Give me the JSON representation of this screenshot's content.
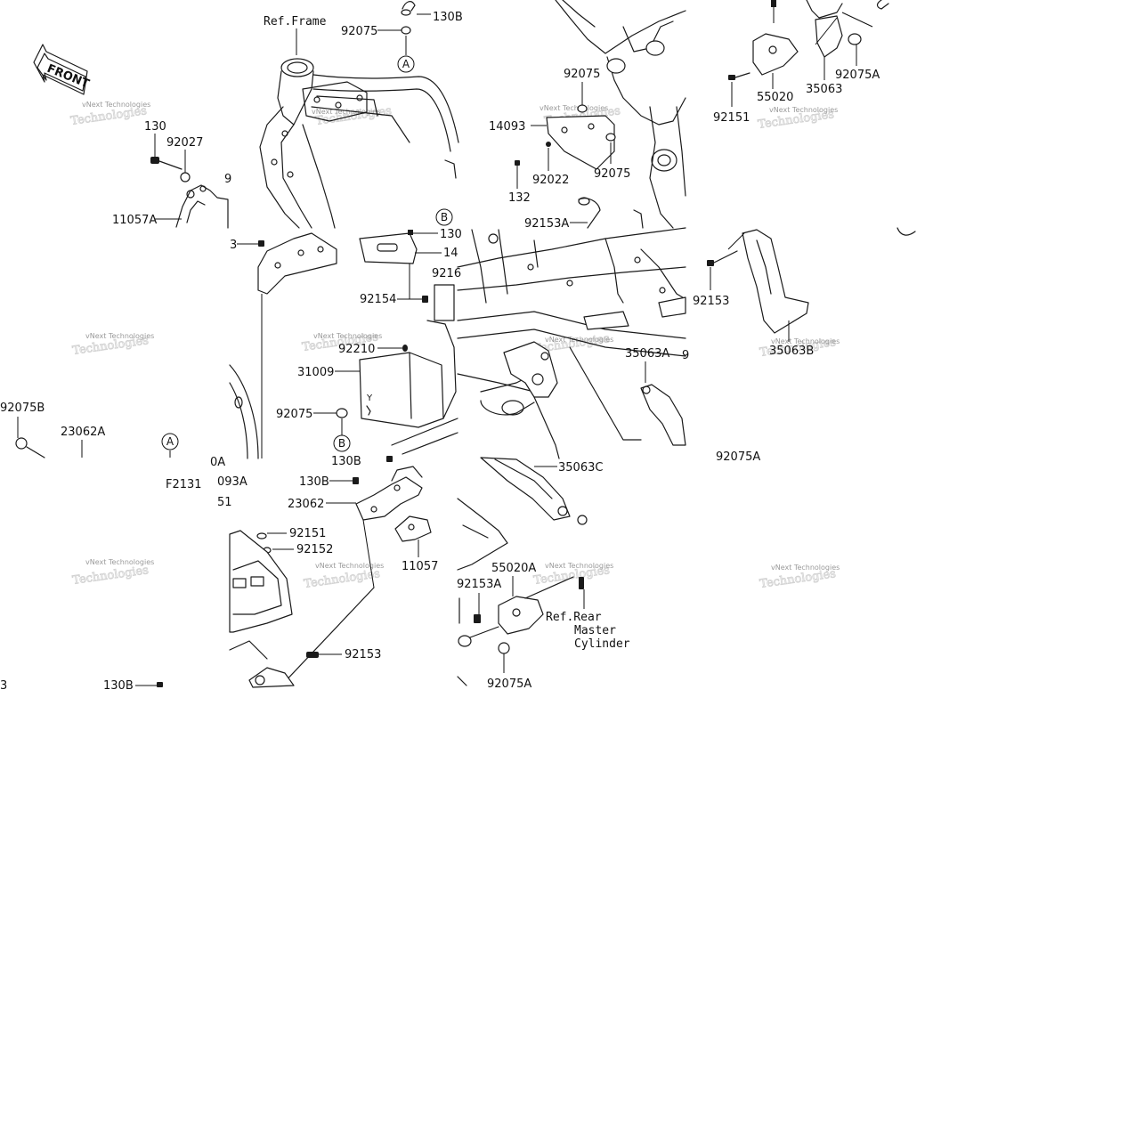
{
  "diagram": {
    "watermark_line1": "vNext Technologies",
    "watermark_line2": "Technologies",
    "front_label": "FRONT",
    "refs": {
      "frame": "Ref.Frame",
      "rear_line1": "Ref.Rear",
      "rear_line2": "Master",
      "rear_line3": "Cylinder"
    },
    "markers": {
      "a": "A",
      "b": "B"
    },
    "labels": {
      "l_92075_top": "92075",
      "l_130b_top": "130B",
      "l_130": "130",
      "l_92027": "92027",
      "l_11057a": "11057A",
      "l_92075_mid": "92075",
      "l_14093": "14093",
      "l_92022": "92022",
      "l_92075_right": "92075",
      "l_132": "132",
      "l_92153a_top": "92153A",
      "l_55020": "55020",
      "l_35063": "35063",
      "l_92075a_top": "92075A",
      "l_92151_top": "92151",
      "l_92154": "92154",
      "l_92210": "92210",
      "l_31009": "31009",
      "l_92075_low": "92075",
      "l_92153_right": "92153",
      "l_35063b": "35063B",
      "l_35063a": "35063A",
      "l_92075b": "92075B",
      "l_23062a": "23062A",
      "l_f2131": "F2131",
      "l_093a": "093A",
      "l_130b_mid": "130B",
      "l_130b_left": "130B",
      "l_23062": "23062",
      "l_92151_mid": "92151",
      "l_92152": "92152",
      "l_11057": "11057",
      "l_35063c": "35063C",
      "l_55020a": "55020A",
      "l_92153a_low": "92153A",
      "l_92153_low": "92153",
      "l_92075a_low": "92075A",
      "l_130b_bottom": "130B",
      "l_130_cut": "130",
      "l_14_cut": "14",
      "l_9216_cut": "9216",
      "l_b_cut": "3",
      "l_0a_cut": "0A",
      "l_51_cut": "51",
      "l_9_cut": "9",
      "l_92075a_cut": "92075A"
    }
  }
}
